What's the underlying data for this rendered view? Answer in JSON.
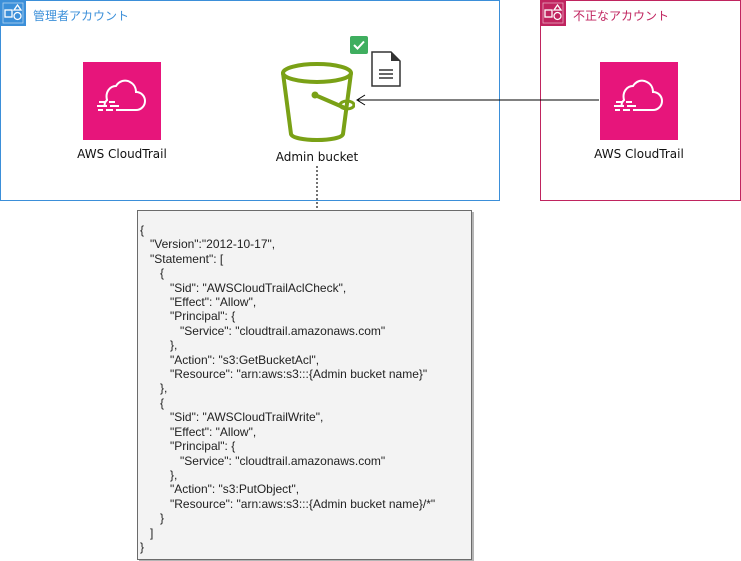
{
  "groups": {
    "admin": {
      "title": "管理者アカウント",
      "icon": "account-group-icon",
      "color": "#3b8fd9"
    },
    "rogue": {
      "title": "不正なアカウント",
      "icon": "account-group-icon",
      "color": "#c0245f"
    }
  },
  "nodes": {
    "admin_cloudtrail": {
      "label": "AWS CloudTrail",
      "icon": "cloudtrail-icon",
      "color": "#e7157b"
    },
    "admin_bucket": {
      "label": "Admin bucket",
      "icon": "s3-bucket-icon",
      "color": "#7aa116"
    },
    "policy_check": {
      "icon": "checkmark-icon",
      "color": "#3fae5f"
    },
    "policy_document": {
      "icon": "document-icon"
    },
    "rogue_cloudtrail": {
      "label": "AWS CloudTrail",
      "icon": "cloudtrail-icon",
      "color": "#e7157b"
    }
  },
  "edges": [
    {
      "from": "rogue_cloudtrail",
      "to": "admin_bucket",
      "style": "solid-arrow"
    },
    {
      "from": "admin_bucket",
      "to": "bucket_policy",
      "style": "dotted"
    }
  ],
  "bucket_policy": {
    "lines": [
      "{",
      "   \"Version\":\"2012-10-17\",",
      "   \"Statement\": [",
      "      {",
      "         \"Sid\": \"AWSCloudTrailAclCheck\",",
      "         \"Effect\": \"Allow\",",
      "         \"Principal\": {",
      "            \"Service\": \"cloudtrail.amazonaws.com\"",
      "         },",
      "         \"Action\": \"s3:GetBucketAcl\",",
      "         \"Resource\": \"arn:aws:s3:::{Admin bucket name}\"",
      "      },",
      "      {",
      "         \"Sid\": \"AWSCloudTrailWrite\",",
      "         \"Effect\": \"Allow\",",
      "         \"Principal\": {",
      "            \"Service\": \"cloudtrail.amazonaws.com\"",
      "         },",
      "         \"Action\": \"s3:PutObject\",",
      "         \"Resource\": \"arn:aws:s3:::{Admin bucket name}/*\"",
      "      }",
      "   ]",
      "}"
    ]
  }
}
